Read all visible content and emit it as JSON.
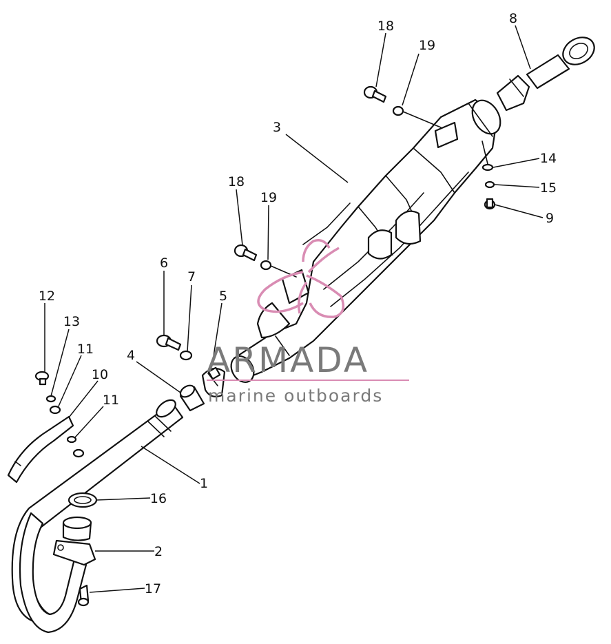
{
  "watermark": {
    "brand": "ARMADA",
    "tagline": "marine outboards",
    "logo_color": "#d98cb3",
    "text_color": "#7a7a7a"
  },
  "callouts": [
    {
      "id": "12a",
      "text": "12"
    },
    {
      "id": "13a",
      "text": "13"
    },
    {
      "id": "11a",
      "text": "11"
    },
    {
      "id": "10a",
      "text": "10"
    },
    {
      "id": "11b",
      "text": "11"
    },
    {
      "id": "4a",
      "text": "4"
    },
    {
      "id": "6a",
      "text": "6"
    },
    {
      "id": "7a",
      "text": "7"
    },
    {
      "id": "5a",
      "text": "5"
    },
    {
      "id": "1a",
      "text": "1"
    },
    {
      "id": "16a",
      "text": "16"
    },
    {
      "id": "2a",
      "text": "2"
    },
    {
      "id": "17a",
      "text": "17"
    },
    {
      "id": "18a",
      "text": "18"
    },
    {
      "id": "19a",
      "text": "19"
    },
    {
      "id": "3a",
      "text": "3"
    },
    {
      "id": "18b",
      "text": "18"
    },
    {
      "id": "19b",
      "text": "19"
    },
    {
      "id": "8a",
      "text": "8"
    },
    {
      "id": "14a",
      "text": "14"
    },
    {
      "id": "15a",
      "text": "15"
    },
    {
      "id": "9a",
      "text": "9"
    }
  ]
}
